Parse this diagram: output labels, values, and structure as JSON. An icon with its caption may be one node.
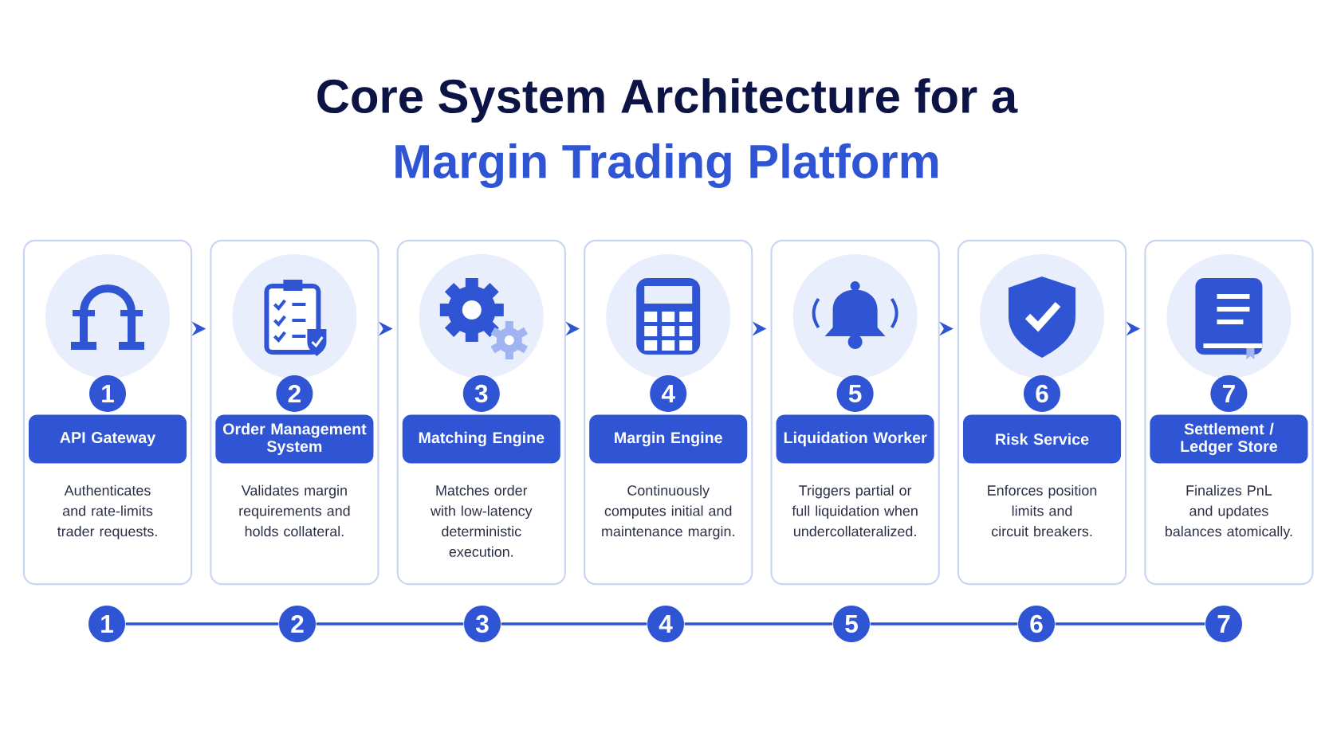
{
  "diagram": {
    "title": "Core System Architecture for a",
    "nodes": [
      {
        "text": [
          "1",
          "API Gateway",
          "Authenticates and rate-limits trader requests."
        ]
      },
      {
        "text": [
          "2",
          "Order Management System",
          "Validates margin requirements and holds collateral."
        ]
      },
      {
        "text": [
          "3",
          "Matching Engine",
          "Matches order with low-latency deterministic execution."
        ]
      },
      {
        "text": [
          "4",
          "Margin Engine",
          "Continuously computes initial and maintenance margin."
        ]
      },
      {
        "text": [
          "5",
          "Liquidation Worker",
          "Triggers partial or full liquidation when undercollateralized."
        ]
      },
      {
        "text": [
          "6",
          "Risk Service",
          "Enforces position limits and circuit breakers."
        ]
      },
      {
        "text": [
          "7",
          "Settlement / Ledger Store",
          "Finalizes PnL and updates balances atomically."
        ]
      },
      {
        "text": [
          "1"
        ]
      },
      {
        "text": [
          "2"
        ]
      },
      {
        "text": [
          "3"
        ]
      },
      {
        "text": [
          "4"
        ]
      },
      {
        "text": [
          "5"
        ]
      },
      {
        "text": [
          "6"
        ]
      },
      {
        "text": [
          "7"
        ]
      }
    ],
    "edges": [
      {
        "from": 0,
        "to": 1,
        "arrow": "to"
      },
      {
        "from": 1,
        "to": 2,
        "arrow": "to"
      },
      {
        "from": 2,
        "to": 3,
        "arrow": "to"
      },
      {
        "from": 3,
        "to": 4,
        "arrow": "to"
      },
      {
        "from": 4,
        "to": 5,
        "arrow": "to"
      },
      {
        "from": 5,
        "to": 6,
        "arrow": "to"
      },
      {
        "from": 7,
        "to": 8,
        "arrow": "none"
      },
      {
        "from": 8,
        "to": 9,
        "arrow": "none"
      },
      {
        "from": 9,
        "to": 10,
        "arrow": "none"
      },
      {
        "from": 10,
        "to": 11,
        "arrow": "none"
      },
      {
        "from": 11,
        "to": 12,
        "arrow": "none"
      },
      {
        "from": 12,
        "to": 13,
        "arrow": "none"
      }
    ],
    "labels": [
      "Margin Trading Platform"
    ]
  }
}
